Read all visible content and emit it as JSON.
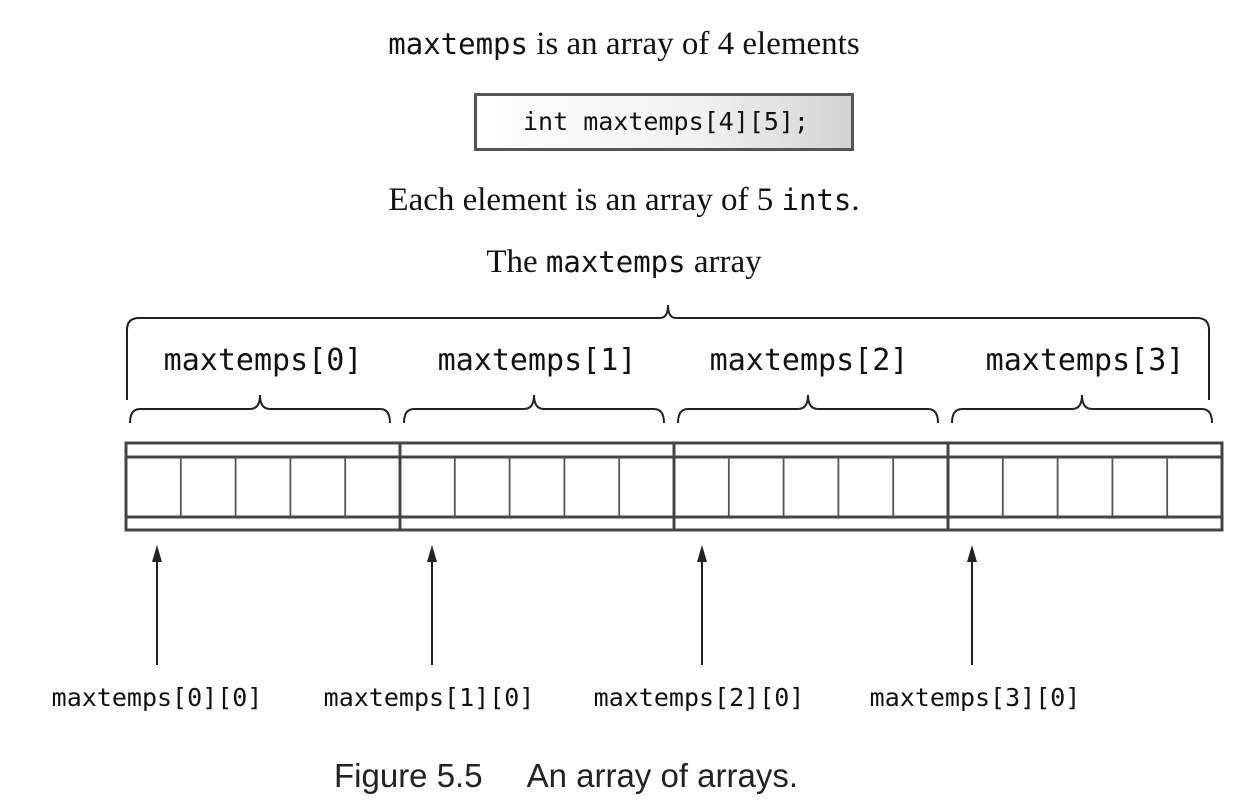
{
  "heading": {
    "name_code": "maxtemps",
    "text": " is an array of 4 elements"
  },
  "declaration": "int maxtemps[4][5];",
  "element_note": {
    "text": "Each element is an array of 5 ",
    "type_code": "ints",
    "end": "."
  },
  "array_title": {
    "prefix": "The ",
    "name_code": "maxtemps",
    "suffix": " array"
  },
  "rows": [
    {
      "label": "maxtemps[0]",
      "first_element": "maxtemps[0][0]"
    },
    {
      "label": "maxtemps[1]",
      "first_element": "maxtemps[1][0]"
    },
    {
      "label": "maxtemps[2]",
      "first_element": "maxtemps[2][0]"
    },
    {
      "label": "maxtemps[3]",
      "first_element": "maxtemps[3][0]"
    }
  ],
  "cells_per_row": 5,
  "figure": {
    "number": "Figure 5.5",
    "title": "An array of arrays."
  }
}
